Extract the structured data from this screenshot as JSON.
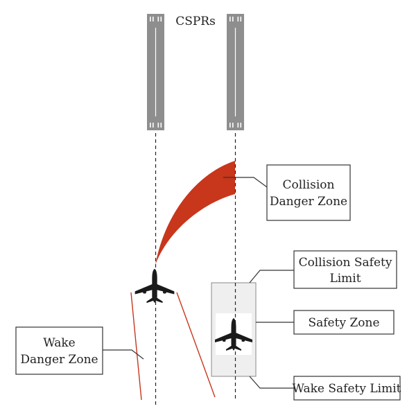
{
  "title": "CSPRs",
  "labels": {
    "collision_danger_zone": [
      "Collision",
      "Danger Zone"
    ],
    "collision_safety_limit": [
      "Collision Safety",
      "Limit"
    ],
    "safety_zone": "Safety Zone",
    "wake_danger_zone": [
      "Wake",
      "Danger Zone"
    ],
    "wake_safety_limit": "Wake Safety Limit"
  },
  "colors": {
    "runway": "#8e8e8e",
    "danger_zone": "#c8361c",
    "wake_line": "#c8361c",
    "safety_zone_fill": "#efefef",
    "aircraft": "#1a1a1a"
  },
  "icons": [
    "aircraft-icon-left",
    "aircraft-icon-right"
  ]
}
